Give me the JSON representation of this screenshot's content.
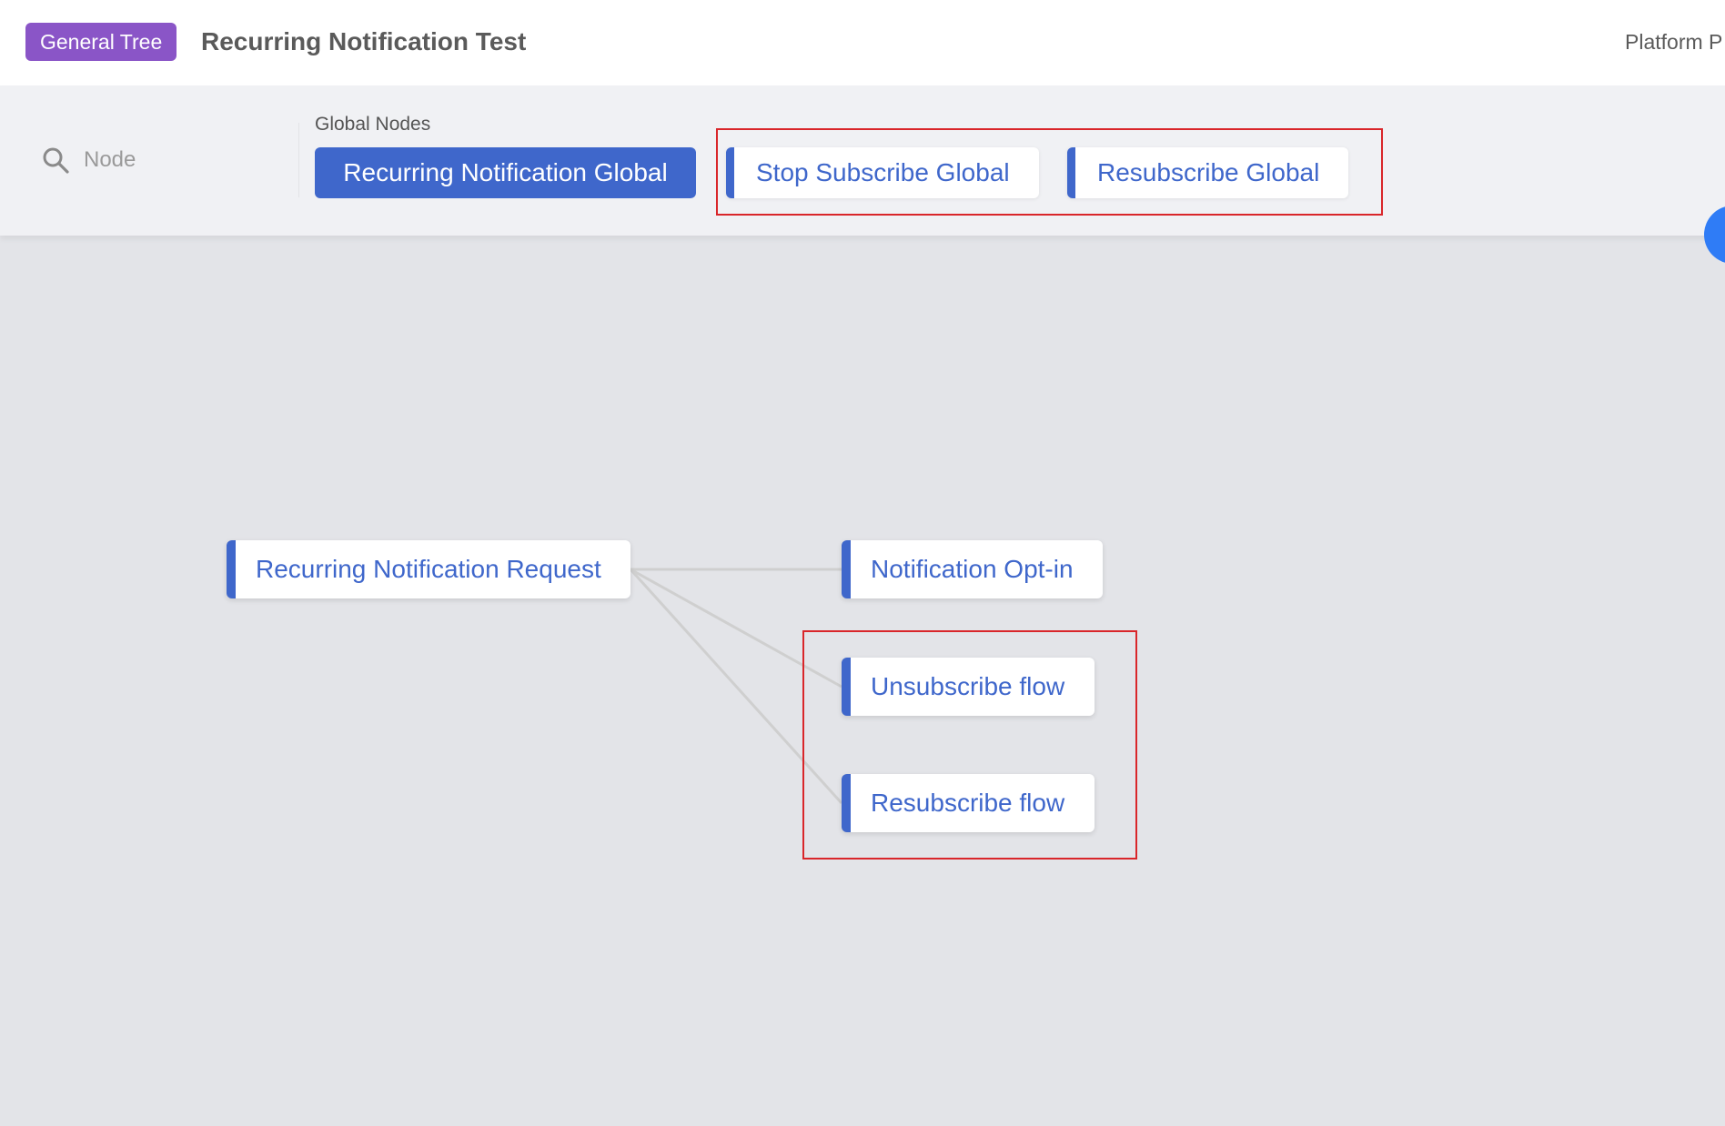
{
  "header": {
    "tree_badge": "General Tree",
    "title": "Recurring Notification Test",
    "platform_label": "Platform P"
  },
  "toolbar": {
    "search": {
      "icon": "search-icon",
      "placeholder": "Node"
    },
    "global_nodes": {
      "heading": "Global Nodes",
      "items": [
        {
          "label": "Recurring Notification Global",
          "selected": true
        },
        {
          "label": "Stop Subscribe Global",
          "selected": false
        },
        {
          "label": "Resubscribe Global",
          "selected": false
        }
      ]
    }
  },
  "canvas": {
    "nodes": [
      {
        "label": "Recurring Notification Request"
      },
      {
        "label": "Notification Opt-in"
      },
      {
        "label": "Unsubscribe flow"
      },
      {
        "label": "Resubscribe flow"
      }
    ],
    "edges": [
      {
        "from": "Recurring Notification Request",
        "to": "Notification Opt-in"
      },
      {
        "from": "Recurring Notification Request",
        "to": "Unsubscribe flow"
      },
      {
        "from": "Recurring Notification Request",
        "to": "Resubscribe flow"
      }
    ]
  },
  "colors": {
    "accent": "#3f67cb",
    "badge": "#8a55c7",
    "highlight": "#d9262a",
    "edge": "#cfcfcf"
  }
}
